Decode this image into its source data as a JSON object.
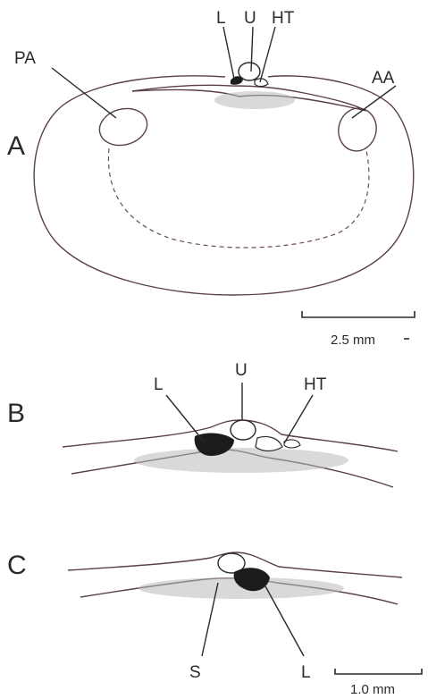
{
  "panels": {
    "A": {
      "letter": "A",
      "labels": {
        "L": "L",
        "U": "U",
        "HT": "HT",
        "PA": "PA",
        "AA": "AA"
      },
      "scale": "2.5 mm"
    },
    "B": {
      "letter": "B",
      "labels": {
        "L": "L",
        "U": "U",
        "HT": "HT"
      }
    },
    "C": {
      "letter": "C",
      "labels": {
        "S": "S",
        "L": "L"
      },
      "scale": "1.0 mm"
    }
  },
  "colors": {
    "outline": "#5a3e4e",
    "text": "#2a2a2a",
    "ligament": "#1c1c1c"
  }
}
